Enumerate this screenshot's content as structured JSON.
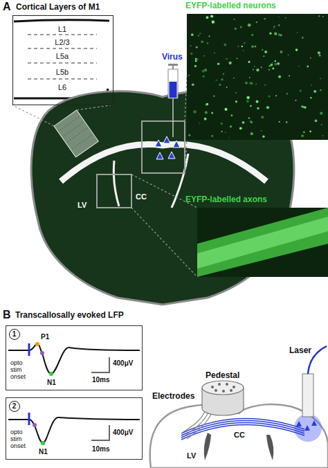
{
  "diagram": {
    "nodes": [
      {
        "text": [
          "Cortical Layers of M1",
          "L1",
          "L2/3",
          "L5a",
          "L5b",
          "L6"
        ]
      },
      {
        "text": [
          "EYFP-labelled neurons"
        ]
      },
      {
        "text": [
          "EYFP-labelled axons"
        ]
      },
      {
        "text": [
          "opto stim onset",
          "P1",
          "N1",
          "400μV",
          "10ms"
        ]
      },
      {
        "text": [
          "1"
        ],
        "in": 3
      },
      {
        "text": [
          "opto stim onset",
          "N1",
          "400μV",
          "10ms"
        ]
      },
      {
        "text": [
          "2"
        ],
        "in": 5
      }
    ],
    "labels": [
      "A",
      "Virus",
      "CC",
      "LV",
      "B",
      "Transcallosally evoked LFP",
      "Pedestal",
      "Electrodes",
      "Laser",
      "CC",
      "LV"
    ]
  }
}
